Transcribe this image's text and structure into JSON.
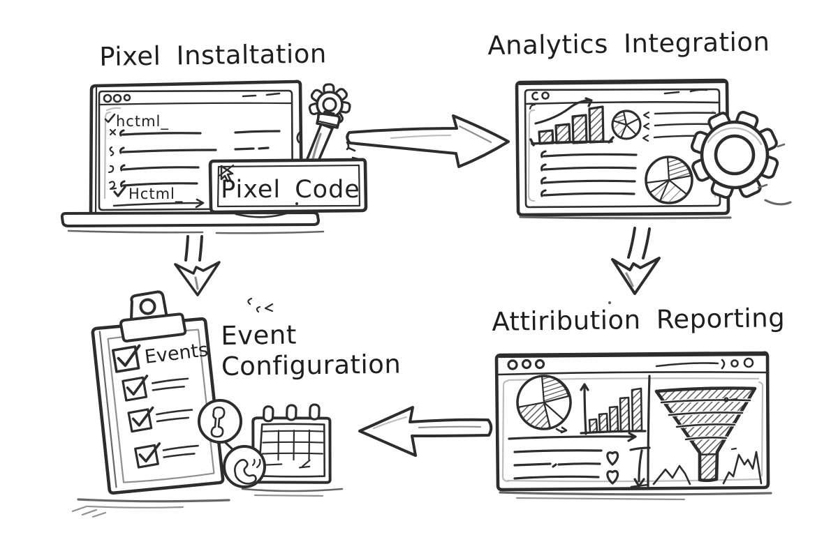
{
  "palette": {
    "ink": "#2d2d2d",
    "shade": "#8a8a8a",
    "background": "#ffffff"
  },
  "diagram": {
    "style": "hand-drawn sketch flowchart",
    "steps": [
      {
        "id": "pixel-installation",
        "title": "Pixel Instaltation",
        "code_first_line": "hctml_",
        "code_last_line": "Hctml_",
        "tag_label": "Pixel Code",
        "icons": [
          "laptop-icon",
          "browser-window-icon",
          "code-lines-icon",
          "pen-gear-tool-icon",
          "cursor-icon"
        ]
      },
      {
        "id": "analytics-integration",
        "title": "Analytics Integration",
        "icons": [
          "browser-window-icon",
          "bar-chart-icon",
          "pie-chart-icon",
          "bullet-list-icon",
          "gear-icon"
        ]
      },
      {
        "id": "attribution-reporting",
        "title": "Attiribution Reporting",
        "icons": [
          "browser-window-icon",
          "pie-chart-icon",
          "bar-chart-icon",
          "funnel-icon",
          "heart-icon",
          "sparkline-icon"
        ]
      },
      {
        "id": "event-configuration",
        "title": "Event Configuration",
        "title_line1": "Event",
        "title_line2": "Configuration",
        "checklist_heading": "Events",
        "checked_items": 4,
        "icons": [
          "clipboard-icon",
          "checkbox-icon",
          "phone-icon",
          "calendar-icon"
        ]
      }
    ],
    "arrows": [
      {
        "from": "pixel-installation",
        "to": "analytics-integration",
        "direction": "right"
      },
      {
        "from": "analytics-integration",
        "to": "attribution-reporting",
        "direction": "down"
      },
      {
        "from": "attribution-reporting",
        "to": "event-configuration",
        "direction": "left"
      },
      {
        "from": "pixel-installation",
        "to": "event-configuration",
        "direction": "down"
      }
    ]
  }
}
